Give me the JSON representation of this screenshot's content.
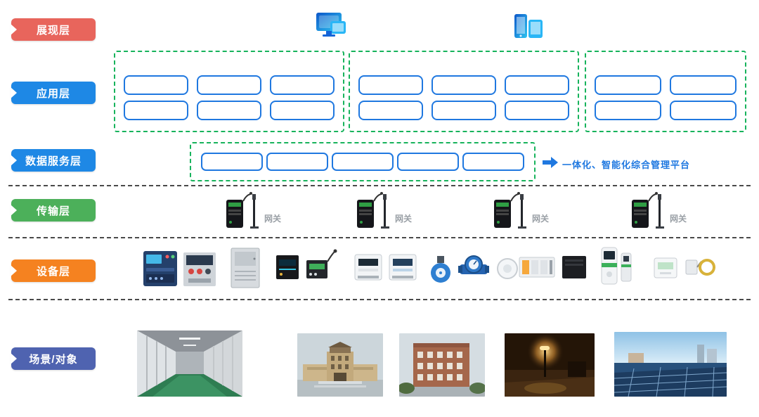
{
  "layers": {
    "presentation": {
      "label": "展现层"
    },
    "application": {
      "label": "应用层"
    },
    "data_service": {
      "label": "数据服务层",
      "note": "一体化、智能化综合管理平台"
    },
    "transmission": {
      "label": "传输层",
      "gateway_label": "网关"
    },
    "device": {
      "label": "设备层"
    },
    "scene": {
      "label": "场景/对象"
    }
  },
  "colors": {
    "presentation_tag": "#e8655c",
    "application_tag": "#1e88e5",
    "data_service_tag": "#1e88e5",
    "transmission_tag": "#4cb05a",
    "device_tag": "#f58220",
    "scene_tag": "#4f63b0",
    "app_box_border": "#1f78e0",
    "group_dashed_border": "#17b35c",
    "note_text": "#1f78e0",
    "separator": "#4a4a4a"
  },
  "icons": {
    "monitor": "monitor-icon",
    "mobile_devices": "mobile-devices-icon",
    "gateway_device": "gateway-device-image",
    "arrow_right": "arrow-right-icon"
  }
}
